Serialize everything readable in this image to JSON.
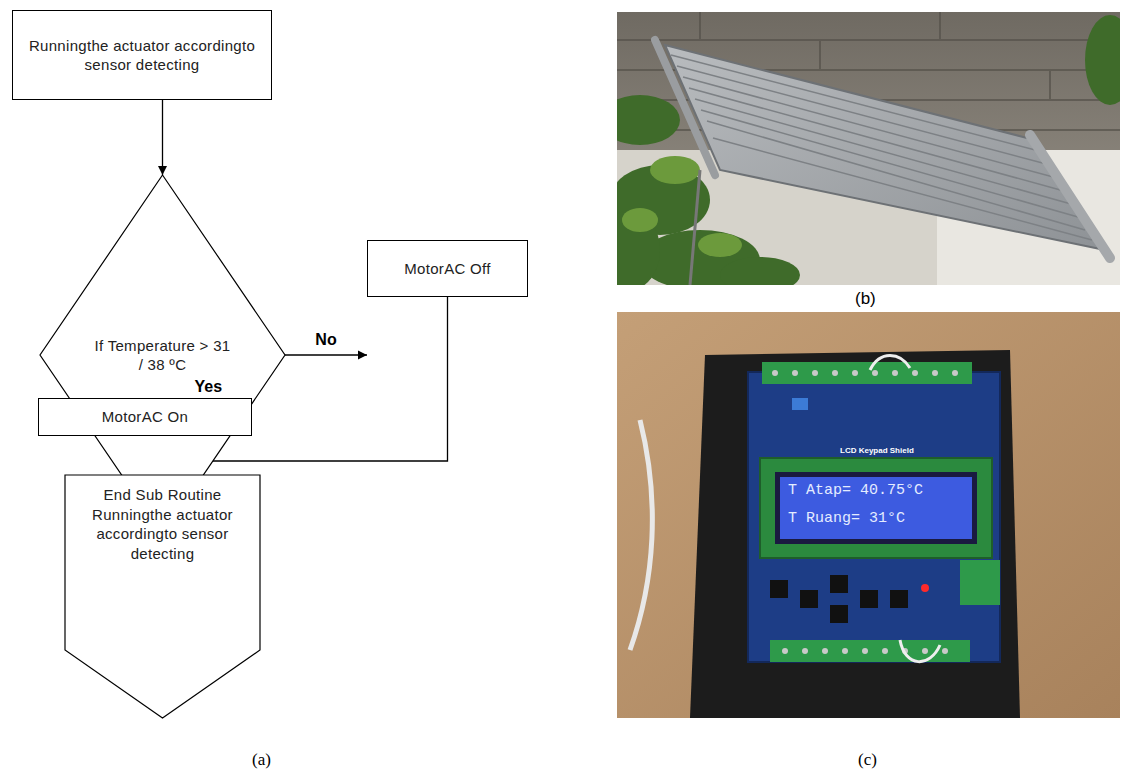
{
  "diagram": {
    "nodes": [
      {
        "text": [
          "Runningthe actuator accordingto sensor detecting"
        ]
      },
      {
        "text": [
          "If Temperature > 31 / 38 ºC"
        ]
      },
      {
        "text": [
          "MotorAC Off"
        ]
      },
      {
        "text": [
          "MotorAC On"
        ]
      },
      {
        "text": [
          "End Sub Routine Runningthe actuator accordingto sensor detecting"
        ]
      }
    ],
    "edges": [
      {
        "from": 0,
        "to": 1,
        "arrow": "to"
      },
      {
        "from": 1,
        "to": 2,
        "label": "No",
        "arrow": "to"
      },
      {
        "from": 1,
        "to": 3,
        "label": "Yes",
        "arrow": "to"
      },
      {
        "from": 3,
        "to": 4,
        "arrow": "to"
      },
      {
        "from": 2,
        "to": 4,
        "arrow": "to"
      }
    ],
    "labels": [
      "(a)",
      "(b)",
      "(c)",
      "T Atap= 40.75°C",
      "T Ruang= 31°C",
      "LCD Keypad Shield"
    ]
  }
}
